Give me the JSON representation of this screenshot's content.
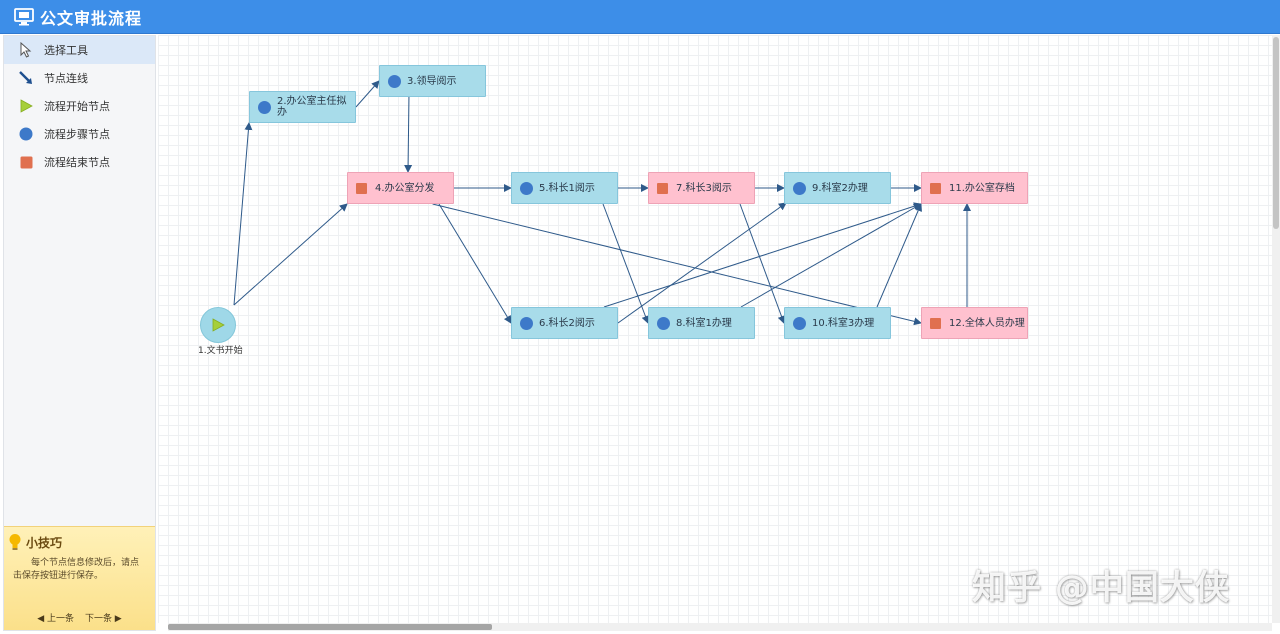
{
  "app": {
    "title": "公文审批流程",
    "icon": "monitor-icon"
  },
  "sidebar": {
    "tools": [
      {
        "label": "选择工具",
        "icon": "cursor-arrow-icon"
      },
      {
        "label": "节点连线",
        "icon": "connector-arrow-icon"
      },
      {
        "label": "流程开始节点",
        "icon": "play-triangle-icon"
      },
      {
        "label": "流程步骤节点",
        "icon": "blue-circle-icon"
      },
      {
        "label": "流程结束节点",
        "icon": "orange-square-icon"
      }
    ],
    "tips": {
      "title": "小技巧",
      "body": "每个节点信息修改后，请点击保存按钮进行保存。",
      "prev": "◀ 上一条",
      "next": "下一条 ▶"
    }
  },
  "flow": {
    "start": {
      "id": "1",
      "label": "1.文书开始"
    },
    "nodes": [
      {
        "id": "2",
        "label": "2.办公室主任拟办",
        "kind": "step"
      },
      {
        "id": "3",
        "label": "3.领导阅示",
        "kind": "step"
      },
      {
        "id": "4",
        "label": "4.办公室分发",
        "kind": "end"
      },
      {
        "id": "5",
        "label": "5.科长1阅示",
        "kind": "step"
      },
      {
        "id": "6",
        "label": "6.科长2阅示",
        "kind": "step"
      },
      {
        "id": "7",
        "label": "7.科长3阅示",
        "kind": "end"
      },
      {
        "id": "8",
        "label": "8.科室1办理",
        "kind": "step"
      },
      {
        "id": "9",
        "label": "9.科室2办理",
        "kind": "step"
      },
      {
        "id": "10",
        "label": "10.科室3办理",
        "kind": "step"
      },
      {
        "id": "11",
        "label": "11.办公室存档",
        "kind": "end"
      },
      {
        "id": "12",
        "label": "12.全体人员办理",
        "kind": "end"
      }
    ],
    "edges": [
      [
        "1",
        "2"
      ],
      [
        "1",
        "4"
      ],
      [
        "2",
        "3"
      ],
      [
        "3",
        "4"
      ],
      [
        "4",
        "5"
      ],
      [
        "4",
        "6"
      ],
      [
        "4",
        "12"
      ],
      [
        "5",
        "7"
      ],
      [
        "5",
        "8"
      ],
      [
        "6",
        "9"
      ],
      [
        "6",
        "11"
      ],
      [
        "7",
        "9"
      ],
      [
        "7",
        "10"
      ],
      [
        "8",
        "11"
      ],
      [
        "9",
        "11"
      ],
      [
        "10",
        "11"
      ],
      [
        "12",
        "11"
      ]
    ]
  },
  "colors": {
    "titlebar": "#3d8ee8",
    "step_node": "#a8dcea",
    "end_node": "#ffc1cf",
    "edge": "#2f5a8a"
  },
  "watermark": "知乎 @中国大侠"
}
